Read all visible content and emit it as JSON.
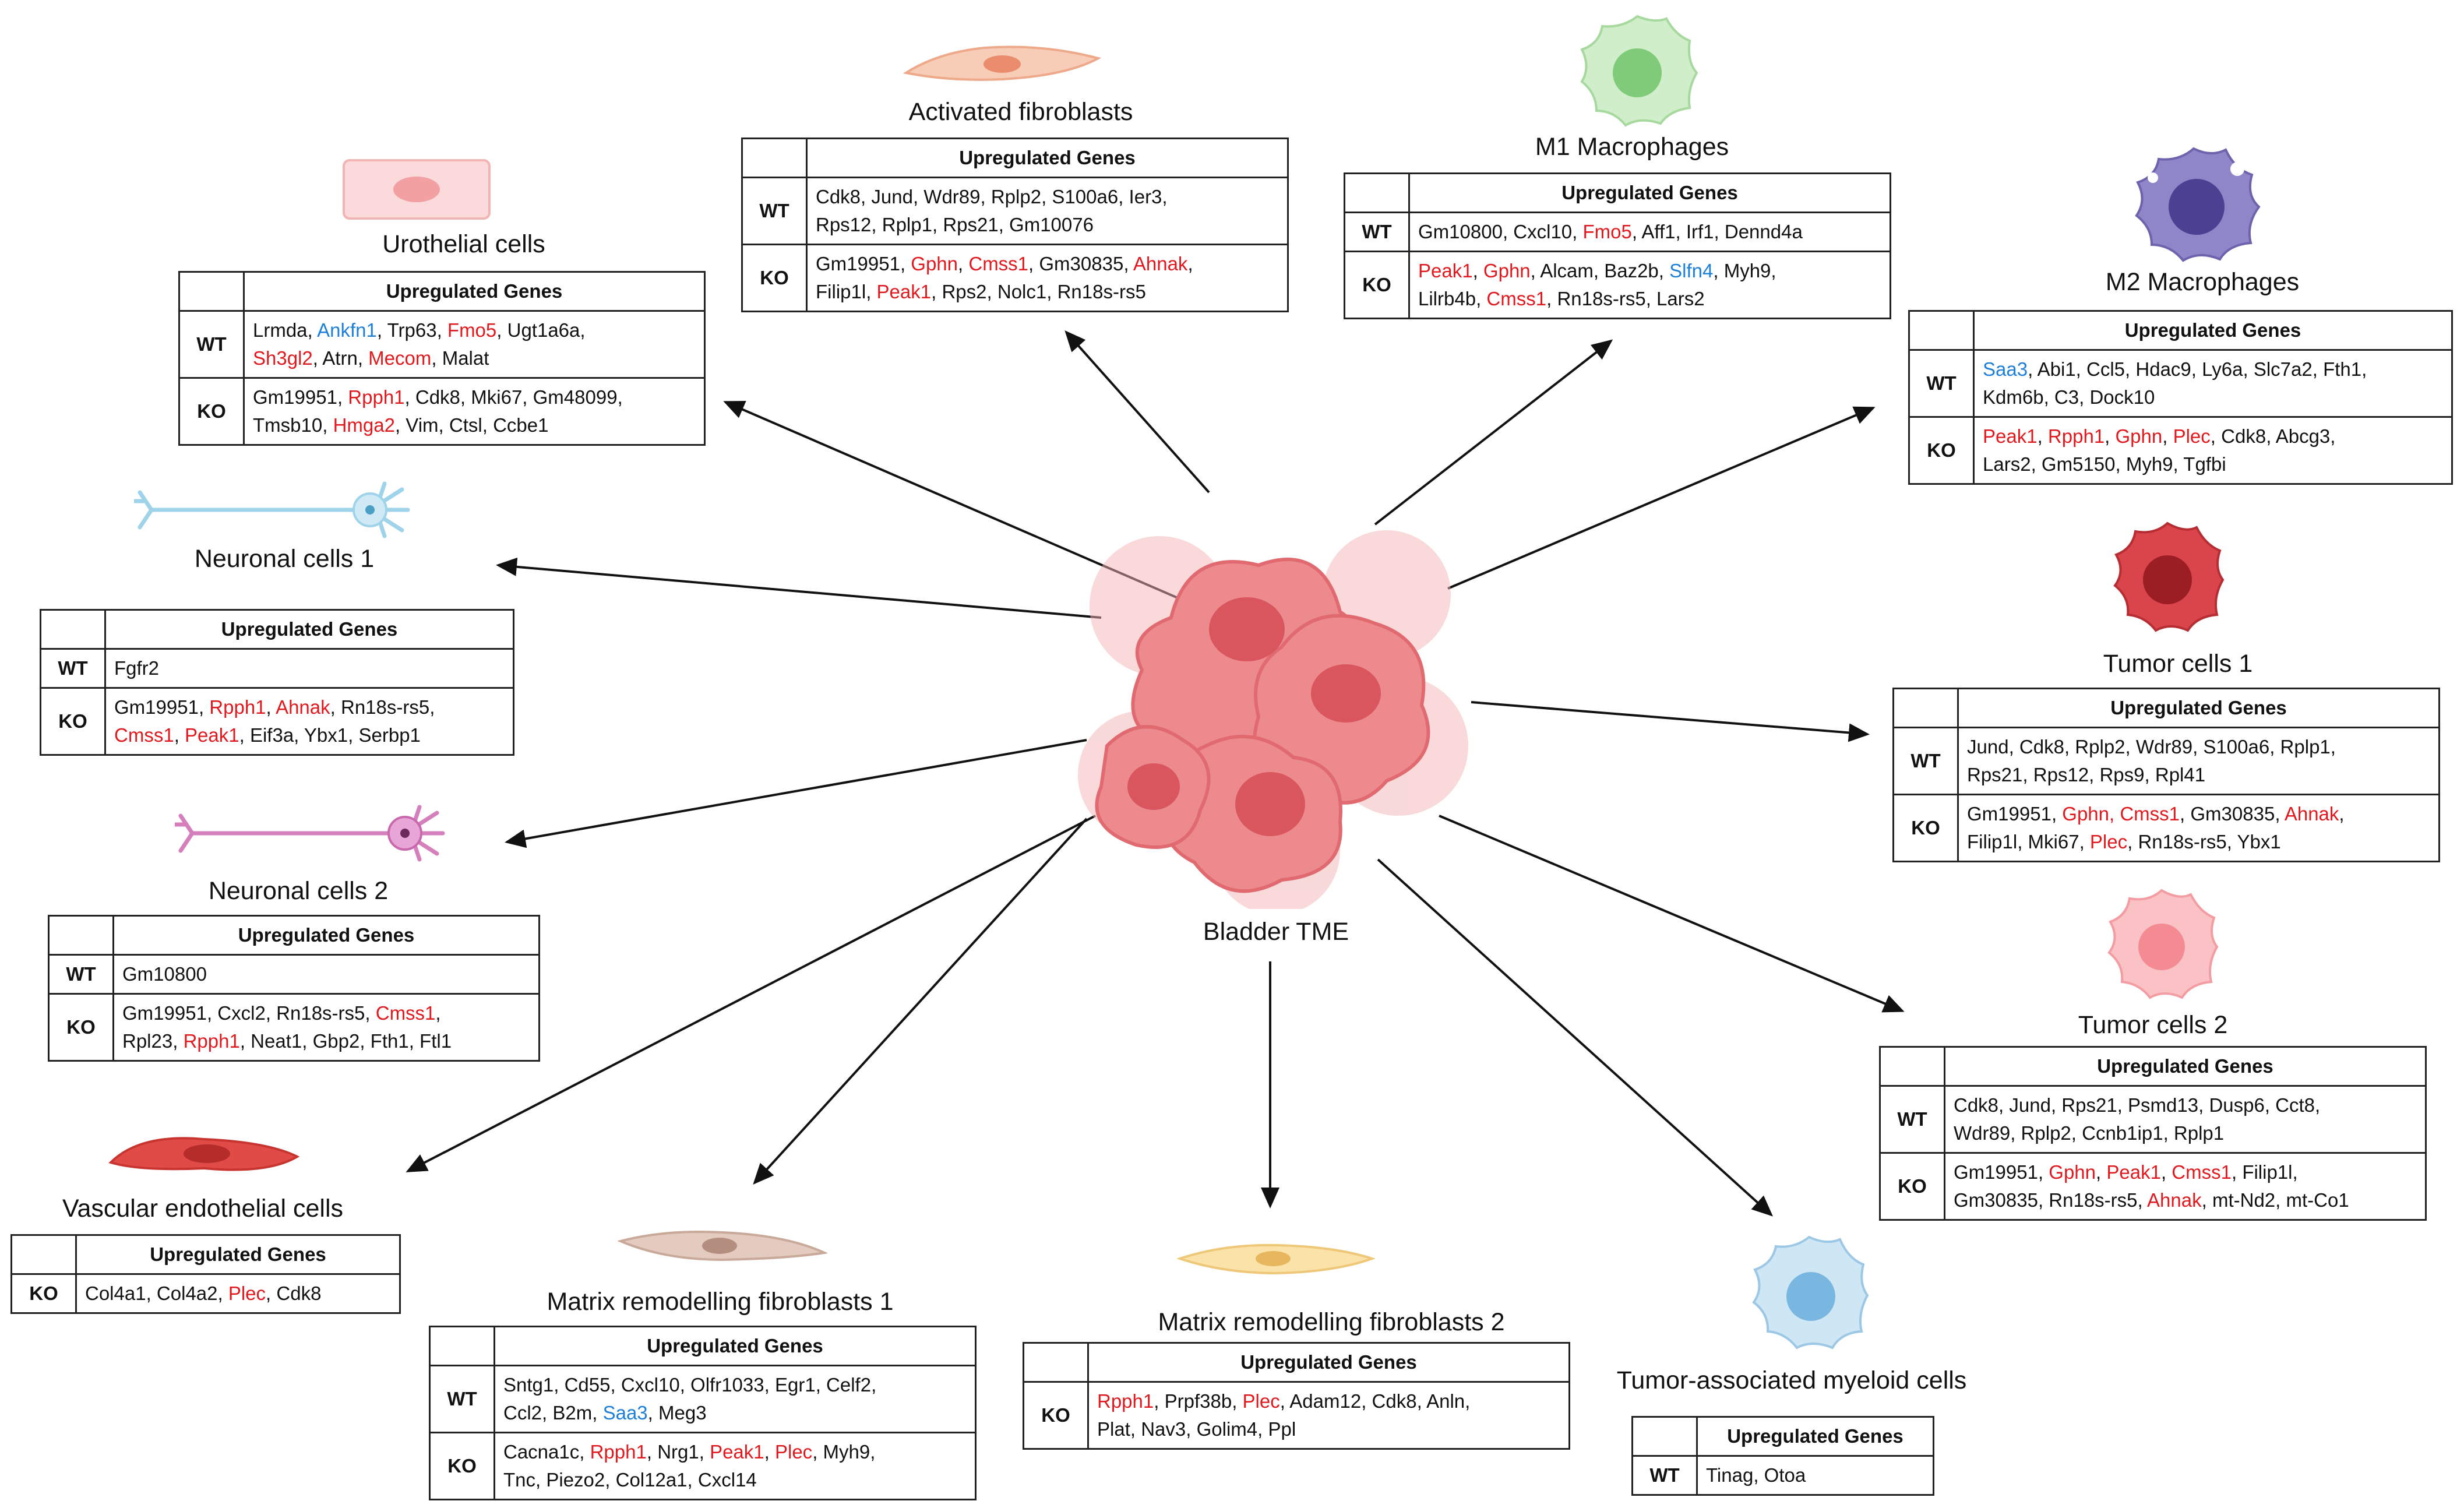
{
  "center": {
    "label": "Bladder TME"
  },
  "header": "Upregulated Genes",
  "colors": {
    "red_gene": "#e0191e",
    "blue_gene": "#1d7fd8",
    "tumor": "#e56b70"
  },
  "cells": [
    {
      "id": "urothelial",
      "title": "Urothelial cells",
      "icon": "urothelial-cell-icon",
      "rows": [
        {
          "label": "WT",
          "lines": [
            [
              [
                "Lrmda",
                "k"
              ],
              [
                "Ankfn1",
                "b"
              ],
              [
                "Trp63",
                "k"
              ],
              [
                "Fmo5",
                "r"
              ],
              [
                "Ugt1a6a",
                "k"
              ]
            ],
            [
              [
                "Sh3gl2",
                "r"
              ],
              [
                "Atrn",
                "k"
              ],
              [
                "Mecom",
                "r"
              ],
              [
                "Malat",
                "k"
              ]
            ]
          ]
        },
        {
          "label": "KO",
          "lines": [
            [
              [
                "Gm19951",
                "k"
              ],
              [
                "Rpph1",
                "r"
              ],
              [
                "Cdk8",
                "k"
              ],
              [
                "Mki67",
                "k"
              ],
              [
                "Gm48099",
                "k"
              ]
            ],
            [
              [
                "Tmsb10",
                "k"
              ],
              [
                "Hmga2",
                "r"
              ],
              [
                "Vim",
                "k"
              ],
              [
                "Ctsl",
                "k"
              ],
              [
                "Ccbe1",
                "k"
              ]
            ]
          ]
        }
      ]
    },
    {
      "id": "neuronal1",
      "title": "Neuronal cells 1",
      "icon": "neuron-icon",
      "rows": [
        {
          "label": "WT",
          "lines": [
            [
              [
                "Fgfr2",
                "k"
              ]
            ]
          ]
        },
        {
          "label": "KO",
          "lines": [
            [
              [
                "Gm19951",
                "k"
              ],
              [
                "Rpph1",
                "r"
              ],
              [
                "Ahnak",
                "r"
              ],
              [
                "Rn18s-rs5",
                "k"
              ]
            ],
            [
              [
                "Cmss1",
                "r"
              ],
              [
                "Peak1",
                "r"
              ],
              [
                "Eif3a",
                "k"
              ],
              [
                "Ybx1",
                "k"
              ],
              [
                "Serbp1",
                "k"
              ]
            ]
          ]
        }
      ]
    },
    {
      "id": "neuronal2",
      "title": "Neuronal cells 2",
      "icon": "neuron-icon",
      "rows": [
        {
          "label": "WT",
          "lines": [
            [
              [
                "Gm10800",
                "k"
              ]
            ]
          ]
        },
        {
          "label": "KO",
          "lines": [
            [
              [
                "Gm19951",
                "k"
              ],
              [
                "Cxcl2",
                "k"
              ],
              [
                "Rn18s-rs5",
                "k"
              ],
              [
                "Cmss1",
                "r"
              ]
            ],
            [
              [
                "Rpl23",
                "k"
              ],
              [
                "Rpph1",
                "r"
              ],
              [
                "Neat1",
                "k"
              ],
              [
                "Gbp2",
                "k"
              ],
              [
                "Fth1",
                "k"
              ],
              [
                "Ftl1",
                "k"
              ]
            ]
          ]
        }
      ]
    },
    {
      "id": "vascular",
      "title": "Vascular endothelial cells",
      "icon": "endothelial-cell-icon",
      "rows": [
        {
          "label": "KO",
          "lines": [
            [
              [
                "Col4a1",
                "k"
              ],
              [
                "Col4a2",
                "k"
              ],
              [
                "Plec",
                "r"
              ],
              [
                "Cdk8",
                "k"
              ]
            ]
          ]
        }
      ]
    },
    {
      "id": "mrf1",
      "title": "Matrix remodelling fibroblasts 1",
      "icon": "fibroblast-icon",
      "rows": [
        {
          "label": "WT",
          "lines": [
            [
              [
                "Sntg1",
                "k"
              ],
              [
                "Cd55",
                "k"
              ],
              [
                "Cxcl10",
                "k"
              ],
              [
                "Olfr1033",
                "k"
              ],
              [
                "Egr1",
                "k"
              ],
              [
                "Celf2",
                "k"
              ]
            ],
            [
              [
                "Ccl2",
                "k"
              ],
              [
                "B2m",
                "k"
              ],
              [
                "Saa3",
                "b"
              ],
              [
                "Meg3",
                "k"
              ]
            ]
          ]
        },
        {
          "label": "KO",
          "lines": [
            [
              [
                "Cacna1c",
                "k"
              ],
              [
                "Rpph1",
                "r"
              ],
              [
                "Nrg1",
                "k"
              ],
              [
                "Peak1",
                "r"
              ],
              [
                "Plec",
                "r"
              ],
              [
                "Myh9",
                "k"
              ]
            ],
            [
              [
                "Tnc",
                "k"
              ],
              [
                "Piezo2",
                "k"
              ],
              [
                "Col12a1",
                "k"
              ],
              [
                "Cxcl14",
                "k"
              ]
            ]
          ]
        }
      ]
    },
    {
      "id": "mrf2",
      "title": "Matrix remodelling fibroblasts 2",
      "icon": "fibroblast-icon",
      "rows": [
        {
          "label": "KO",
          "lines": [
            [
              [
                "Rpph1",
                "r"
              ],
              [
                "Prpf38b",
                "k"
              ],
              [
                "Plec",
                "r"
              ],
              [
                "Adam12",
                "k"
              ],
              [
                "Cdk8",
                "k"
              ],
              [
                "Anln",
                "k"
              ]
            ],
            [
              [
                "Plat",
                "k"
              ],
              [
                "Nav3",
                "k"
              ],
              [
                "Golim4",
                "k"
              ],
              [
                "Ppl",
                "k"
              ]
            ]
          ]
        }
      ]
    },
    {
      "id": "tamc",
      "title": "Tumor-associated myeloid cells",
      "icon": "myeloid-cell-icon",
      "rows": [
        {
          "label": "WT",
          "lines": [
            [
              [
                "Tinag",
                "k"
              ],
              [
                "Otoa",
                "k"
              ]
            ]
          ]
        }
      ]
    },
    {
      "id": "tumor2",
      "title": "Tumor cells 2",
      "icon": "tumor-cell-icon",
      "rows": [
        {
          "label": "WT",
          "lines": [
            [
              [
                "Cdk8",
                "k"
              ],
              [
                "Jund",
                "k"
              ],
              [
                "Rps21",
                "k"
              ],
              [
                "Psmd13",
                "k"
              ],
              [
                "Dusp6",
                "k"
              ],
              [
                "Cct8",
                "k"
              ]
            ],
            [
              [
                "Wdr89",
                "k"
              ],
              [
                "Rplp2",
                "k"
              ],
              [
                "Ccnb1ip1",
                "k"
              ],
              [
                "Rplp1",
                "k"
              ]
            ]
          ]
        },
        {
          "label": "KO",
          "lines": [
            [
              [
                "Gm19951",
                "k"
              ],
              [
                "Gphn",
                "r"
              ],
              [
                "Peak1",
                "r"
              ],
              [
                "Cmss1",
                "r"
              ],
              [
                "Filip1l",
                "k"
              ]
            ],
            [
              [
                "Gm30835",
                "k"
              ],
              [
                "Rn18s-rs5",
                "k"
              ],
              [
                "Ahnak",
                "r"
              ],
              [
                "mt-Nd2",
                "k"
              ],
              [
                "mt-Co1",
                "k"
              ]
            ]
          ]
        }
      ]
    },
    {
      "id": "tumor1",
      "title": "Tumor cells 1",
      "icon": "tumor-cell-icon",
      "rows": [
        {
          "label": "WT",
          "lines": [
            [
              [
                "Jund",
                "k"
              ],
              [
                "Cdk8",
                "k"
              ],
              [
                "Rplp2",
                "k"
              ],
              [
                "Wdr89",
                "k"
              ],
              [
                "S100a6",
                "k"
              ],
              [
                "Rplp1",
                "k"
              ]
            ],
            [
              [
                "Rps21",
                "k"
              ],
              [
                "Rps12",
                "k"
              ],
              [
                "Rps9",
                "k"
              ],
              [
                "Rpl41",
                "k"
              ]
            ]
          ]
        },
        {
          "label": "KO",
          "lines": [
            [
              [
                "Gm19951",
                "k"
              ],
              [
                "Gphn, Cmss1",
                "r"
              ],
              [
                "Gm30835",
                "k"
              ],
              [
                "Ahnak",
                "r"
              ]
            ],
            [
              [
                "Filip1l",
                "k"
              ],
              [
                "Mki67",
                "k"
              ],
              [
                "Plec",
                "r"
              ],
              [
                "Rn18s-rs5",
                "k"
              ],
              [
                "Ybx1",
                "k"
              ]
            ]
          ]
        }
      ]
    },
    {
      "id": "m2",
      "title": "M2 Macrophages",
      "icon": "m2-macrophage-icon",
      "rows": [
        {
          "label": "WT",
          "lines": [
            [
              [
                "Saa3",
                "b"
              ],
              [
                "Abi1",
                "k"
              ],
              [
                "Ccl5",
                "k"
              ],
              [
                "Hdac9",
                "k"
              ],
              [
                "Ly6a",
                "k"
              ],
              [
                "Slc7a2",
                "k"
              ],
              [
                "Fth1",
                "k"
              ]
            ],
            [
              [
                "Kdm6b",
                "k"
              ],
              [
                "C3",
                "k"
              ],
              [
                "Dock10",
                "k"
              ]
            ]
          ]
        },
        {
          "label": "KO",
          "lines": [
            [
              [
                "Peak1",
                "r"
              ],
              [
                "Rpph1",
                "r"
              ],
              [
                "Gphn",
                "r"
              ],
              [
                "Plec",
                "r"
              ],
              [
                "Cdk8",
                "k"
              ],
              [
                "Abcg3",
                "k"
              ]
            ],
            [
              [
                "Lars2",
                "k"
              ],
              [
                "Gm5150",
                "k"
              ],
              [
                "Myh9",
                "k"
              ],
              [
                "Tgfbi",
                "k"
              ]
            ]
          ]
        }
      ]
    },
    {
      "id": "m1",
      "title": "M1 Macrophages",
      "icon": "m1-macrophage-icon",
      "rows": [
        {
          "label": "WT",
          "lines": [
            [
              [
                "Gm10800",
                "k"
              ],
              [
                "Cxcl10",
                "k"
              ],
              [
                "Fmo5",
                "r"
              ],
              [
                "Aff1",
                "k"
              ],
              [
                "Irf1",
                "k"
              ],
              [
                "Dennd4a",
                "k"
              ]
            ]
          ]
        },
        {
          "label": "KO",
          "lines": [
            [
              [
                "Peak1",
                "r"
              ],
              [
                "Gphn",
                "r"
              ],
              [
                "Alcam",
                "k"
              ],
              [
                "Baz2b",
                "k"
              ],
              [
                "Slfn4",
                "b"
              ],
              [
                "Myh9",
                "k"
              ]
            ],
            [
              [
                "Lilrb4b",
                "k"
              ],
              [
                "Cmss1",
                "r"
              ],
              [
                "Rn18s-rs5",
                "k"
              ],
              [
                "Lars2",
                "k"
              ]
            ]
          ]
        }
      ]
    },
    {
      "id": "actfib",
      "title": "Activated fibroblasts",
      "icon": "fibroblast-icon",
      "rows": [
        {
          "label": "WT",
          "lines": [
            [
              [
                "Cdk8",
                "k"
              ],
              [
                "Jund",
                "k"
              ],
              [
                "Wdr89",
                "k"
              ],
              [
                "Rplp2",
                "k"
              ],
              [
                "S100a6",
                "k"
              ],
              [
                "Ier3",
                "k"
              ]
            ],
            [
              [
                "Rps12",
                "k"
              ],
              [
                "Rplp1",
                "k"
              ],
              [
                "Rps21",
                "k"
              ],
              [
                "Gm10076",
                "k"
              ]
            ]
          ]
        },
        {
          "label": "KO",
          "lines": [
            [
              [
                "Gm19951",
                "k"
              ],
              [
                "Gphn",
                "r"
              ],
              [
                "Cmss1",
                "r"
              ],
              [
                "Gm30835",
                "k"
              ],
              [
                "Ahnak",
                "r"
              ]
            ],
            [
              [
                "Filip1l",
                "k"
              ],
              [
                "Peak1",
                "r"
              ],
              [
                "Rps2",
                "k"
              ],
              [
                "Nolc1",
                "k"
              ],
              [
                "Rn18s-rs5",
                "k"
              ]
            ]
          ]
        }
      ]
    }
  ]
}
